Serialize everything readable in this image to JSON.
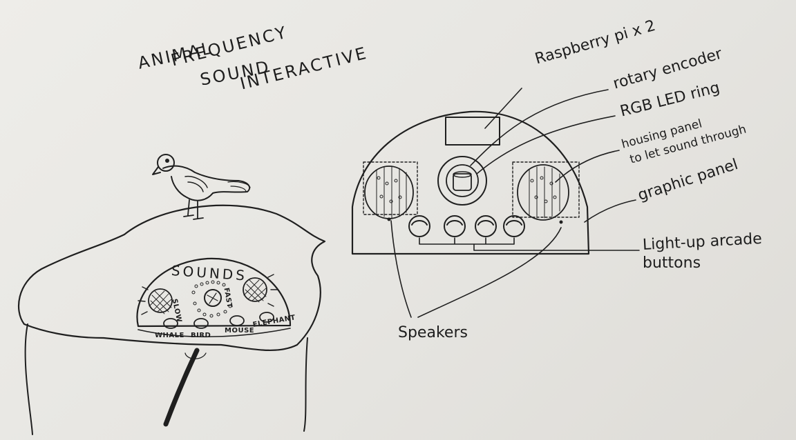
{
  "title_lines": [
    "ANIMAL",
    "FREQUENCY",
    "SOUND",
    "INTERACTIVE"
  ],
  "left_panel": {
    "heading": "SOUNDS",
    "knob_left": "SLOW",
    "knob_right": "FAST",
    "buttons": [
      "WHALE",
      "BIRD",
      "MOUSE",
      "ELEPHANT"
    ]
  },
  "callouts": {
    "raspberry_pi": "Raspberry pi x 2",
    "rotary_encoder": "rotary encoder",
    "led_ring": "RGB LED ring",
    "housing_line1": "housing panel",
    "housing_line2": "to let sound through",
    "graphic_panel": "graphic panel",
    "arcade_line1": "Light-up arcade",
    "arcade_line2": "buttons",
    "speakers": "Speakers"
  },
  "colors": {
    "ink": "#1f1f1f",
    "paper": "#e9e8e4"
  }
}
